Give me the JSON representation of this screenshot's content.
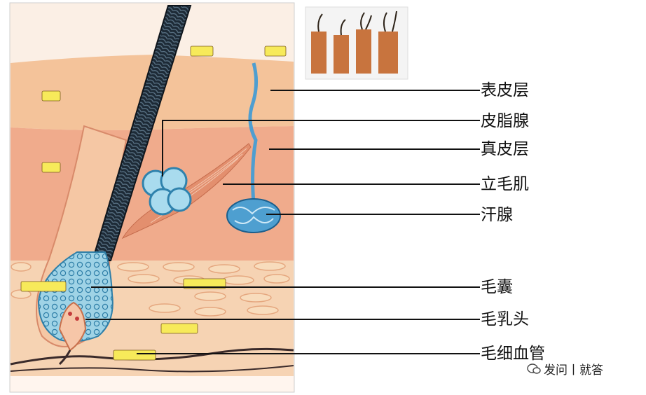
{
  "labels": {
    "epidermis": "表皮层",
    "sebaceous_gland": "皮脂腺",
    "dermis": "真皮层",
    "arrector_pili": "立毛肌",
    "sweat_gland": "汗腺",
    "hair_follicle": "毛囊",
    "dermal_papilla": "毛乳头",
    "capillary": "毛细血管"
  },
  "watermark": {
    "icon": "wechat-bubble-icon",
    "text": "发问丨就答"
  },
  "colors": {
    "epidermis": "#f6c59a",
    "dermis": "#f1a98a",
    "subcutis": "#f7d2b0",
    "hair": "#23303c",
    "gland": "#9fd4ea",
    "sweat": "#3c8fc0",
    "label_text": "#111111"
  }
}
